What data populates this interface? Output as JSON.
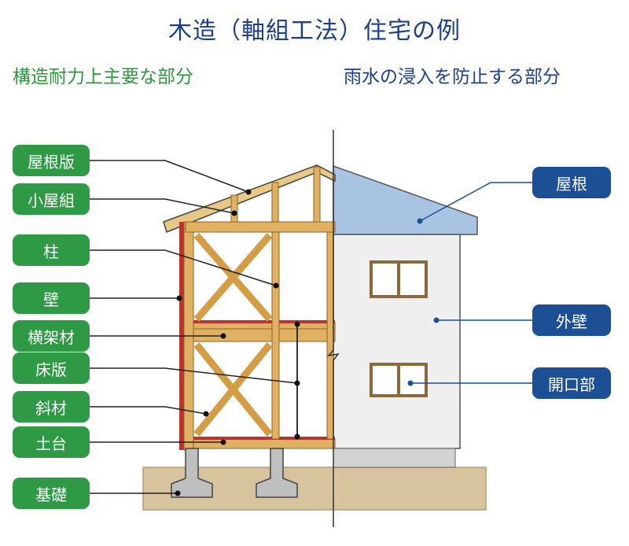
{
  "title": "木造（軸組工法）住宅の例",
  "left_heading": "構造耐力上主要な部分",
  "right_heading": "雨水の浸入を防止する部分",
  "left_labels": [
    "屋根版",
    "小屋組",
    "柱",
    "壁",
    "横架材",
    "床版",
    "斜材",
    "土台",
    "基礎"
  ],
  "right_labels": [
    "屋根",
    "外壁",
    "開口部"
  ],
  "colors": {
    "title": "#1d3f8f",
    "left_heading": "#2a9a3a",
    "green_label": "#2e9a45",
    "blue_label": "#1d4f95",
    "wood": "#e0b063",
    "roof": "#a9c4e3",
    "wall": "#efefef",
    "foundation": "#d8c39f"
  }
}
